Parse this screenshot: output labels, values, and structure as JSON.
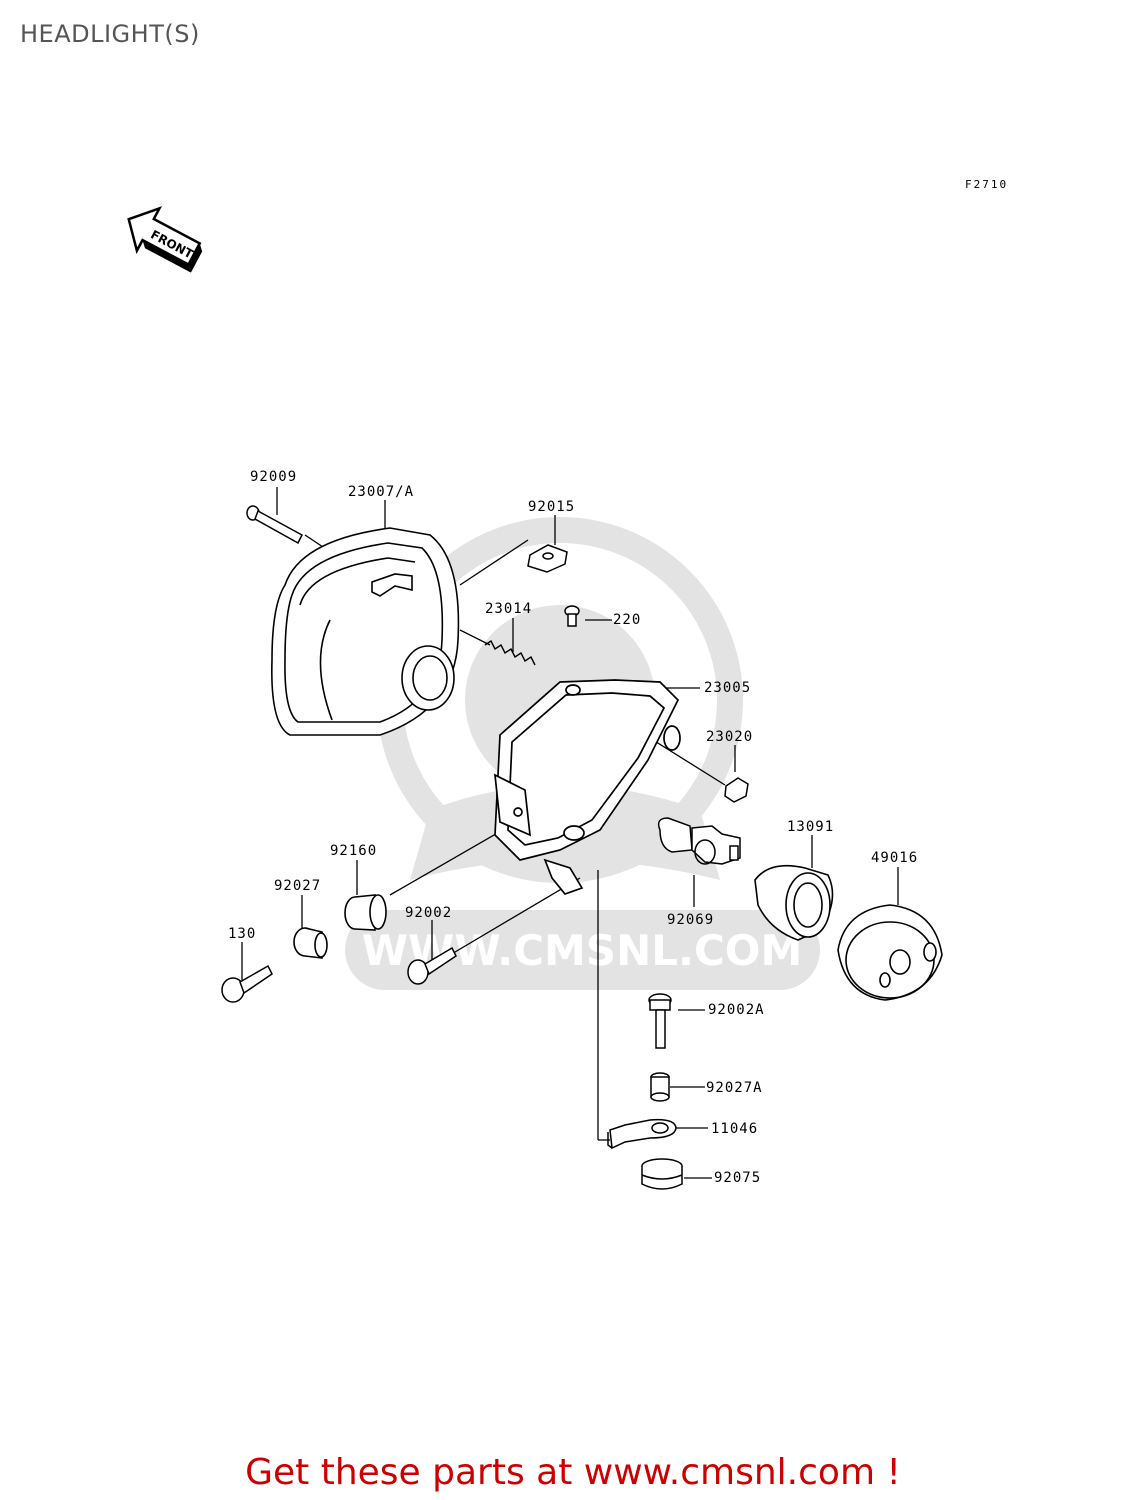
{
  "title": "HEADLIGHT(S)",
  "figure_code": "F2710",
  "front_arrow_label": "FRONT",
  "watermark_text": "WWW.CMSNL.COM",
  "parts": {
    "p92009": "92009",
    "p23007": "23007/A",
    "p92015": "92015",
    "p23014": "23014",
    "p220": "220",
    "p23005": "23005",
    "p23020": "23020",
    "p13091": "13091",
    "p49016": "49016",
    "p92160": "92160",
    "p92027": "92027",
    "p92002": "92002",
    "p130": "130",
    "p92069": "92069",
    "p92002A": "92002A",
    "p92027A": "92027A",
    "p11046": "11046",
    "p92075": "92075"
  },
  "footer": {
    "text": "Get these parts at www.cmsnl.com !"
  },
  "colors": {
    "title": "#555555",
    "footer": "#cc0000",
    "watermark": "#e3e3e3",
    "lines": "#000000"
  }
}
